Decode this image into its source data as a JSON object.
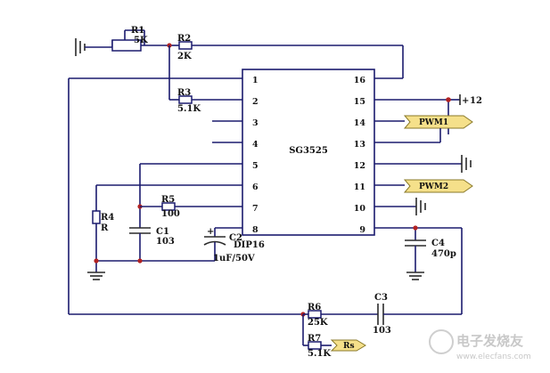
{
  "ic": {
    "name": "SG3525",
    "package": "DIP16",
    "left_pins": [
      "1",
      "2",
      "3",
      "4",
      "5",
      "6",
      "7",
      "8"
    ],
    "right_pins": [
      "16",
      "15",
      "14",
      "13",
      "12",
      "11",
      "10",
      "9"
    ]
  },
  "components": {
    "r1": {
      "ref": "R1",
      "value": "5K"
    },
    "r2": {
      "ref": "R2",
      "value": "2K"
    },
    "r3": {
      "ref": "R3",
      "value": "5.1K"
    },
    "r4": {
      "ref": "R4",
      "value": "R"
    },
    "r5": {
      "ref": "R5",
      "value": "100"
    },
    "r6": {
      "ref": "R6",
      "value": "25K"
    },
    "r7": {
      "ref": "R7",
      "value": "5.1K"
    },
    "c1": {
      "ref": "C1",
      "value": "103"
    },
    "c2": {
      "ref": "C2",
      "value": "1uF/50V"
    },
    "c3": {
      "ref": "C3",
      "value": "103"
    },
    "c4": {
      "ref": "C4",
      "value": "470p"
    }
  },
  "ports": {
    "pwm1": "PWM1",
    "pwm2": "PWM2",
    "rs": "Rs"
  },
  "supply": {
    "label": "12",
    "sign": "+"
  },
  "watermark": {
    "cn": "电子发烧友",
    "url": "www.elecfans.com"
  },
  "colors": {
    "wire": "#1b1b6e",
    "junction": "#b22222",
    "port_fill": "#f5e08a",
    "port_stroke": "#8a7a2a"
  }
}
